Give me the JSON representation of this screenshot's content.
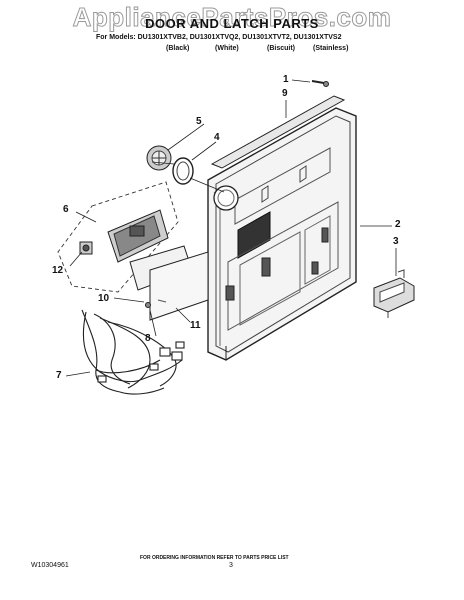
{
  "watermark": "AppliancePartsPros.com",
  "header": {
    "title": "DOOR AND LATCH PARTS",
    "models": "For Models: DU1301XTVB2, DU1301XTVQ2, DU1301XTVT2, DU1301XTVS2",
    "colors": [
      "(Black)",
      "(White)",
      "(Biscuit)",
      "(Stainless)"
    ]
  },
  "callouts": [
    "1",
    "9",
    "5",
    "4",
    "6",
    "2",
    "3",
    "12",
    "10",
    "8",
    "11",
    "7"
  ],
  "footer": {
    "note": "FOR ORDERING INFORMATION REFER TO PARTS PRICE LIST",
    "doc_number": "W10304961",
    "page": "3"
  }
}
